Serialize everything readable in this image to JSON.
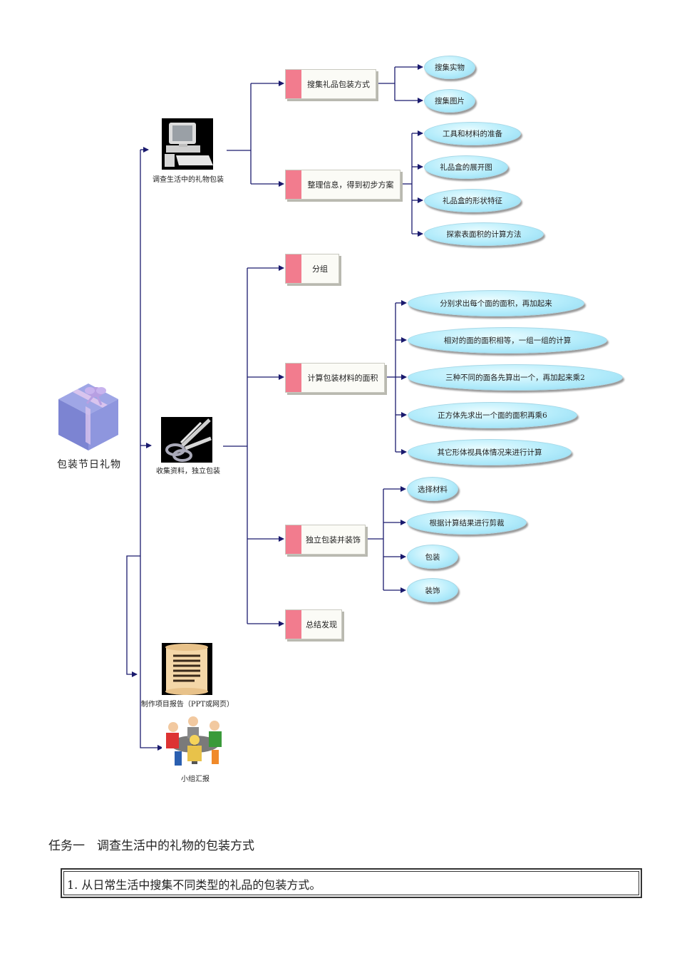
{
  "root": {
    "label": "包装节日礼物"
  },
  "branches": [
    {
      "caption": "调查生活中的礼物包装",
      "icon": "computer-icon"
    },
    {
      "caption": "收集资料，独立包装",
      "icon": "scissors-icon"
    },
    {
      "caption": "制作项目报告（PPT或网页）",
      "icon": "scroll-icon"
    },
    {
      "caption": "小组汇报",
      "icon": "group-meeting-icon"
    }
  ],
  "steps": [
    {
      "label": "搜集礼品包装方式"
    },
    {
      "label": "整理信息，得到初步方案"
    },
    {
      "label": "分组"
    },
    {
      "label": "计算包装材料的面积"
    },
    {
      "label": "独立包装并装饰"
    },
    {
      "label": "总结发现"
    }
  ],
  "leaves": [
    {
      "label": "搜集实物"
    },
    {
      "label": "搜集图片"
    },
    {
      "label": "工具和材料的准备"
    },
    {
      "label": "礼品盒的展开图"
    },
    {
      "label": "礼品盒的形状特征"
    },
    {
      "label": "探索表面积的计算方法"
    },
    {
      "label": "分别求出每个面的面积，再加起来"
    },
    {
      "label": "相对的面的面积相等，一组一组的计算"
    },
    {
      "label": "三种不同的面各先算出一个，再加起来乘2"
    },
    {
      "label": "正方体先求出一个面的面积再乘6"
    },
    {
      "label": "其它形体视具体情况来进行计算"
    },
    {
      "label": "选择材料"
    },
    {
      "label": "根据计算结果进行剪裁"
    },
    {
      "label": "包装"
    },
    {
      "label": "装饰"
    }
  ],
  "task": {
    "title": "任务一　调查生活中的礼物的包装方式",
    "item": "1.  从日常生活中搜集不同类型的礼品的包装方式。"
  },
  "colors": {
    "tab": "#f27c8e",
    "line": "#1a1a6e",
    "oval": "#b4ecfb"
  }
}
